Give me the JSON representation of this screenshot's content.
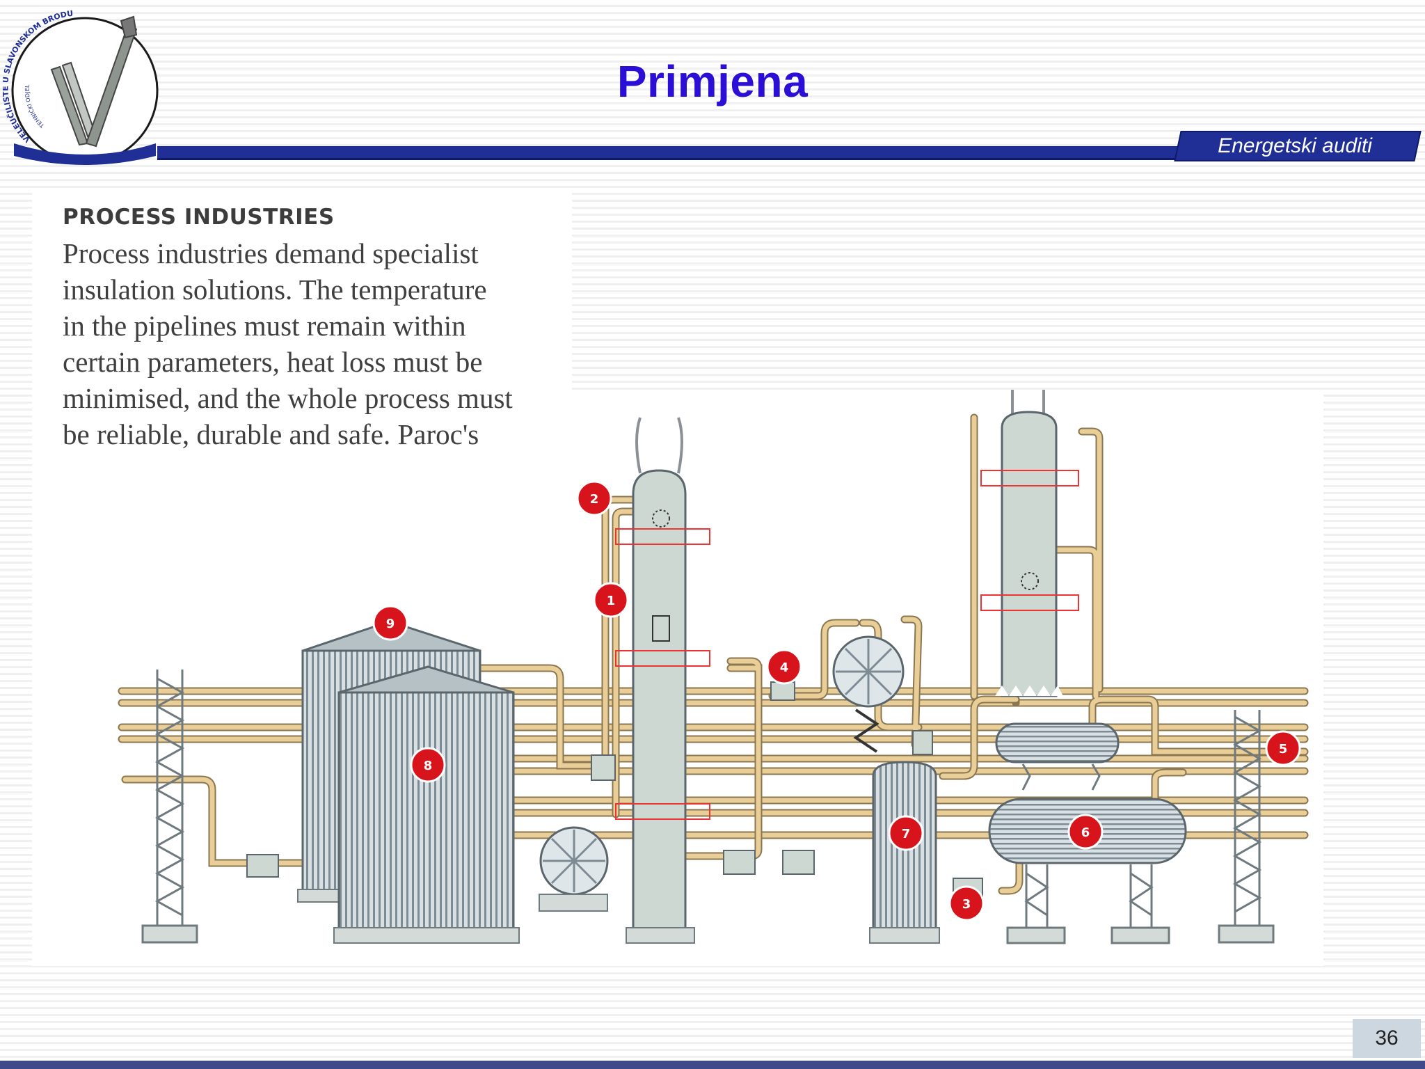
{
  "slide": {
    "title": "Primjena",
    "header_tag": "Energetski auditi",
    "page_number": "36"
  },
  "logo": {
    "ring_text": "VELEUČILIŠTE U SLAVONSKOM BRODU",
    "sub_text": "TEHNIČKI ODJEL"
  },
  "content": {
    "heading": "PROCESS INDUSTRIES",
    "paragraph_lines": [
      "Process industries demand specialist",
      "insulation solutions. The temperature",
      "in the pipelines must remain within",
      "certain parameters, heat loss must be",
      "minimised, and the whole process must",
      "be reliable, durable and safe. Paroc's"
    ]
  },
  "diagram": {
    "markers": [
      "1",
      "2",
      "3",
      "4",
      "5",
      "6",
      "7",
      "8",
      "9"
    ]
  },
  "colors": {
    "title": "#2b0fd6",
    "bar": "#1f2f96",
    "pipe": "#e9cf97",
    "pipe_edge": "#8a7650",
    "equipment": "#cdd8d3",
    "marker": "#d7141b"
  }
}
